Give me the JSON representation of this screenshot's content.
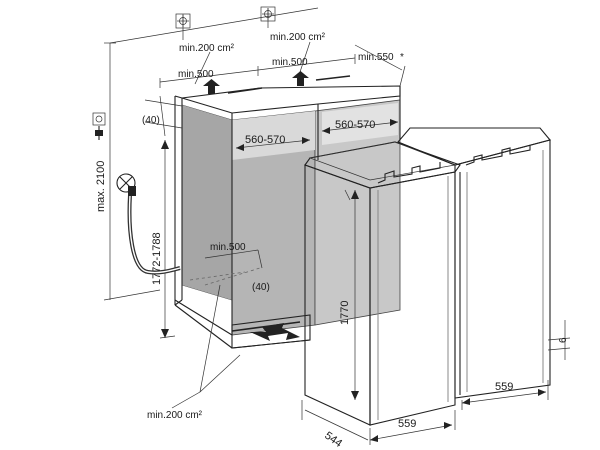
{
  "labels": {
    "top_vent_area_left": "min.200 cm²",
    "top_vent_area_right": "min.200 cm²",
    "top_vent_depth_left": "min.500",
    "top_vent_depth_right": "min.500",
    "niche_depth": "min.550",
    "niche_depth_note": "*",
    "height_max": "max. 2100",
    "top_offset": "(40)",
    "niche_width_left": "560-570",
    "niche_width_right": "560-570",
    "niche_height": "1772-1788",
    "bottom_vent_depth": "min.500",
    "bottom_offset": "(40)",
    "appliance_height": "1770",
    "plinth_gap": "6",
    "depth_544": "544",
    "width_559_front": "559",
    "width_559_right": "559",
    "bottom_vent_area": "min.200 cm²"
  },
  "icons": [
    "socket-icon",
    "water-tap-icon",
    "power-plug-icon"
  ],
  "colors": {
    "line": "#222222",
    "niche_shade": "#a8a8a8",
    "niche_light": "#dcdcdc",
    "background": "#ffffff"
  }
}
